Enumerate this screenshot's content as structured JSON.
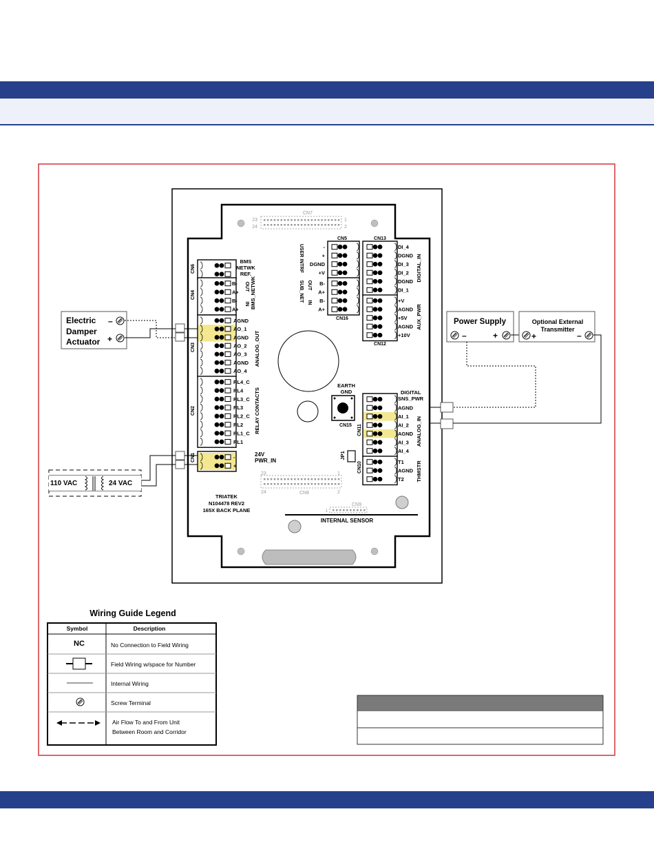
{
  "board": {
    "connector_labels": {
      "cn7": "CN7",
      "cn5": "CN5",
      "cn13": "CN13",
      "cn16": "CN16",
      "cn12": "CN12",
      "cn6": "CN6",
      "cn4": "CN4",
      "cn3": "CN3",
      "cn2": "CN2",
      "cn1": "CN1",
      "cn11": "CN11",
      "cn10": "CN10",
      "cn15": "CN15",
      "cn8": "CN8",
      "cn9": "CN9",
      "jp1": "JP1"
    },
    "cn7_pins": {
      "left_top": "23",
      "left_bottom": "24",
      "right_top": "1",
      "right_bottom": "2"
    },
    "cn8_pins": {
      "left_top": "23",
      "left_bottom": "24",
      "right_top": "1",
      "right_bottom": "2"
    },
    "cn9_pin": "1",
    "cn5_pins": [
      "-",
      "+",
      "DGND",
      "+V"
    ],
    "cn5_side_labels": {
      "user_intrf": "USER INTRF",
      "sub_net": "SUB_NET",
      "out": "OUT",
      "in": "IN"
    },
    "cn16_pins": [
      "B-",
      "A+",
      "B-",
      "A+"
    ],
    "cn13_pins": [
      "DI_4",
      "DGND",
      "DI_3",
      "DI_2",
      "DGND",
      "DI_1"
    ],
    "cn13_group": "DIGITAL_IN",
    "cn12_pins": [
      "+V",
      "AGND",
      "+5V",
      "AGND",
      "+10V"
    ],
    "cn12_group": "AUX_PWR",
    "bms_header": [
      "BMS",
      "NETWK",
      "REF."
    ],
    "cn6_cn4_pins": [
      "B-",
      "A+",
      "B-",
      "A+"
    ],
    "cn4_side": {
      "out": "OUT",
      "in": "IN",
      "group": "BMS_NETWK"
    },
    "cn3_pins": [
      "AGND",
      "AO_1",
      "AGND",
      "AO_2",
      "AO_3",
      "AGND",
      "AO_4"
    ],
    "cn3_group": "ANALOG_OUT",
    "cn2_pins": [
      "RL4_C",
      "RL4",
      "RL3_C",
      "RL3",
      "RL2_C",
      "RL2",
      "RL1_C",
      "RL1"
    ],
    "cn2_group": "RELAY CONTACTS",
    "cn1_pins": [
      "-",
      "+"
    ],
    "cn1_label": [
      "24V",
      "PWR_IN"
    ],
    "cn11_header": [
      "DIGITAL",
      "SNS_PWR"
    ],
    "cn11_pins": [
      "AGND",
      "AI_1",
      "AI_2",
      "AGND",
      "AI_3",
      "AI_4"
    ],
    "cn11_group": "ANALOG_IN",
    "cn10_pins": [
      "T1",
      "AGND",
      "T2"
    ],
    "cn10_group": "THMSTR",
    "earth_gnd": [
      "EARTH",
      "GND"
    ],
    "board_text": [
      "TRIATEK",
      "N104478 REV2",
      "165X BACK PLANE"
    ],
    "internal_sensor": "INTERNAL SENSOR"
  },
  "devices": {
    "damper": {
      "lines": [
        "Electric",
        "Damper",
        "Actuator"
      ],
      "minus": "–",
      "plus": "+"
    },
    "transformer": {
      "left": "110 VAC",
      "right": "24 VAC"
    },
    "power_supply": {
      "title": "Power Supply",
      "minus": "–",
      "plus": "+"
    },
    "transmitter": {
      "title": [
        "Optional External",
        "Transmitter"
      ],
      "plus": "+",
      "minus": "–"
    }
  },
  "legend": {
    "title": "Wiring Guide Legend",
    "headers": [
      "Symbol",
      "Description"
    ],
    "rows": [
      {
        "symbol": "NC",
        "description": [
          "No Connection to Field Wiring"
        ]
      },
      {
        "symbol": "field-wiring-icon",
        "description": [
          "Field Wiring w/space for Number"
        ]
      },
      {
        "symbol": "internal-wiring-line",
        "description": [
          "Internal Wiring"
        ]
      },
      {
        "symbol": "screw-terminal-icon",
        "description": [
          "Screw Terminal"
        ]
      },
      {
        "symbol": "air-flow-arrow-icon",
        "description": [
          "Air Flow To and From Unit",
          "Between Room and Corridor"
        ]
      }
    ]
  },
  "colors": {
    "brand_blue": "#26408b",
    "highlight": "#f3e88f",
    "frame_red": "#d0343a",
    "header_gray": "#7a7a7a"
  }
}
